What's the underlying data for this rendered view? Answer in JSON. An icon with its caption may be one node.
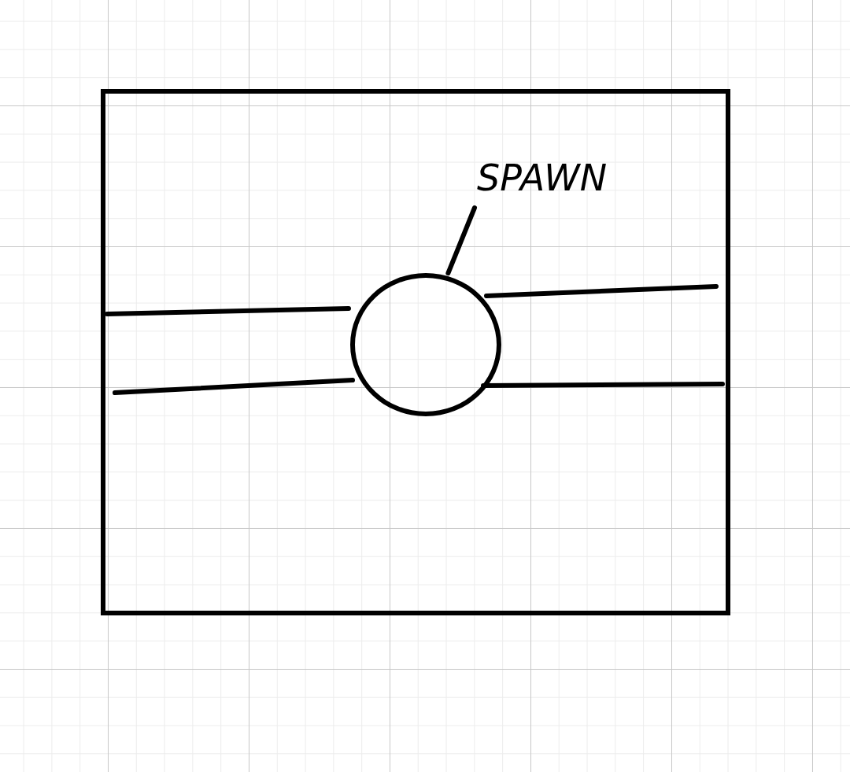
{
  "diagram": {
    "nodes": [
      {
        "text": [],
        "shape": "box"
      },
      {
        "text": [],
        "shape": "circle",
        "in": 0
      },
      {
        "text": [
          "SPAWN"
        ],
        "in": 0
      }
    ],
    "edges": [
      {
        "from": 2,
        "to": 1,
        "arrow": "none"
      }
    ]
  }
}
